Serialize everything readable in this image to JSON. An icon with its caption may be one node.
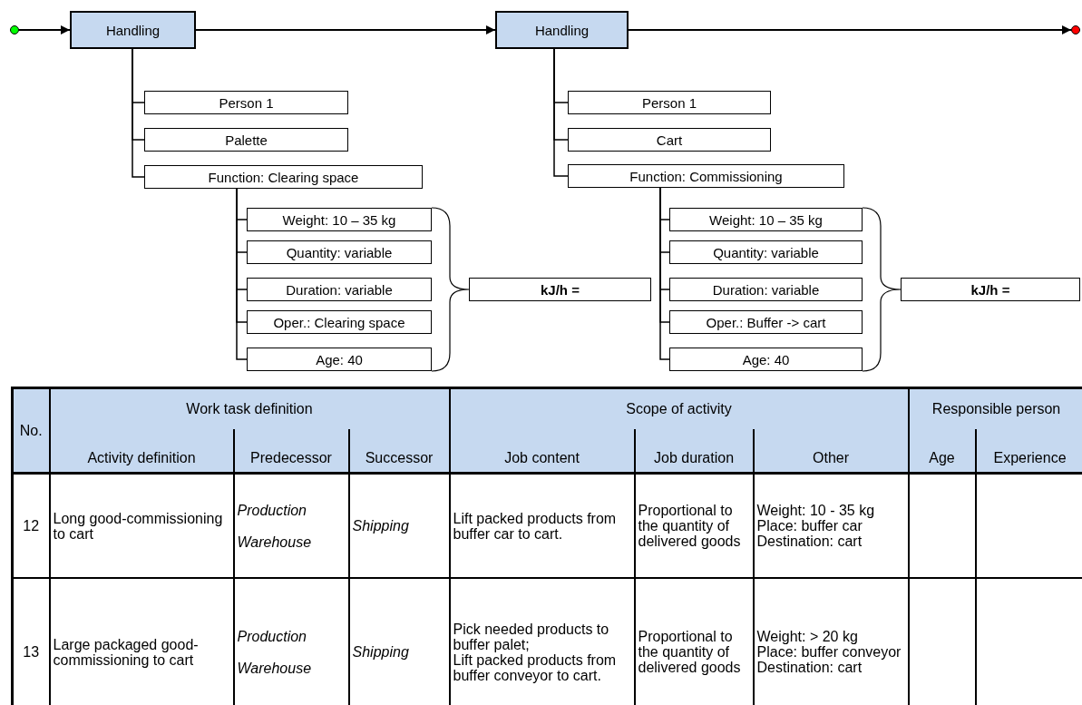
{
  "diagram": {
    "nodes": [
      {
        "text": [],
        "shape": "circle"
      },
      {
        "text": [
          "Handling"
        ]
      },
      {
        "text": [
          "Handling"
        ]
      },
      {
        "text": [],
        "shape": "circle"
      },
      {
        "text": [
          "Person 1"
        ]
      },
      {
        "text": [
          "Palette"
        ]
      },
      {
        "text": [
          "Function: Clearing space"
        ]
      },
      {
        "text": [
          "Weight: 10 – 35 kg"
        ]
      },
      {
        "text": [
          "Quantity: variable"
        ]
      },
      {
        "text": [
          "Duration: variable"
        ]
      },
      {
        "text": [
          "Oper.: Clearing space"
        ]
      },
      {
        "text": [
          "Age: 40"
        ]
      },
      {
        "text": [
          "kJ/h ="
        ]
      },
      {
        "text": [
          "Person 1"
        ]
      },
      {
        "text": [
          "Cart"
        ]
      },
      {
        "text": [
          "Function: Commissioning"
        ]
      },
      {
        "text": [
          "Weight: 10 – 35 kg"
        ]
      },
      {
        "text": [
          "Quantity: variable"
        ]
      },
      {
        "text": [
          "Duration: variable"
        ]
      },
      {
        "text": [
          "Oper.: Buffer -> cart"
        ]
      },
      {
        "text": [
          "Age: 40"
        ]
      },
      {
        "text": [
          "kJ/h ="
        ]
      }
    ],
    "edges": [
      {
        "from": 0,
        "to": 1,
        "arrow": "to"
      },
      {
        "from": 1,
        "to": 2,
        "arrow": "to"
      },
      {
        "from": 2,
        "to": 3,
        "arrow": "to"
      },
      {
        "from": 1,
        "to": 4,
        "arrow": "none"
      },
      {
        "from": 1,
        "to": 5,
        "arrow": "none"
      },
      {
        "from": 1,
        "to": 6,
        "arrow": "none"
      },
      {
        "from": 6,
        "to": 7,
        "arrow": "none"
      },
      {
        "from": 6,
        "to": 8,
        "arrow": "none"
      },
      {
        "from": 6,
        "to": 9,
        "arrow": "none"
      },
      {
        "from": 6,
        "to": 10,
        "arrow": "none"
      },
      {
        "from": 6,
        "to": 11,
        "arrow": "none"
      },
      {
        "from": 2,
        "to": 13,
        "arrow": "none"
      },
      {
        "from": 2,
        "to": 14,
        "arrow": "none"
      },
      {
        "from": 2,
        "to": 15,
        "arrow": "none"
      },
      {
        "from": 15,
        "to": 16,
        "arrow": "none"
      },
      {
        "from": 15,
        "to": 17,
        "arrow": "none"
      },
      {
        "from": 15,
        "to": 18,
        "arrow": "none"
      },
      {
        "from": 15,
        "to": 19,
        "arrow": "none"
      },
      {
        "from": 15,
        "to": 20,
        "arrow": "none"
      }
    ],
    "labels": [
      "No.",
      "Work task definition",
      "Scope of activity",
      "Responsible person",
      "Activity definition",
      "Predecessor",
      "Successor",
      "Job content",
      "Job duration",
      "Other",
      "Age",
      "Experience",
      "12",
      "Long good-commissioning to cart",
      "Production",
      "Warehouse",
      "Shipping",
      "Lift packed products from buffer car to cart.",
      "Proportional to the quantity of delivered goods",
      "Weight: 10 - 35 kg",
      "Place: buffer car",
      "Destination: cart",
      "13",
      "Large packaged good-commissioning to cart",
      "Production",
      "Warehouse",
      "Shipping",
      "Pick needed products to buffer palet;",
      "Lift packed products from buffer conveyor to cart.",
      "Proportional to the quantity of delivered goods",
      "Weight: > 20 kg",
      "Place: buffer conveyor",
      "Destination: cart"
    ]
  }
}
